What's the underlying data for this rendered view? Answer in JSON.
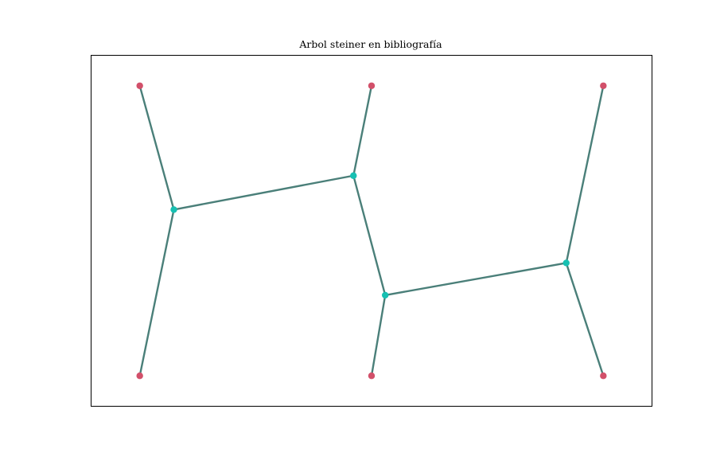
{
  "title": "Arbol steiner en bibliografía",
  "colors": {
    "edge": "#4a7f79",
    "terminal": "#d2506a",
    "steiner": "#17c0b2",
    "frame": "#000000",
    "background": "#ffffff"
  },
  "chart_data": {
    "type": "graph",
    "title": "Arbol steiner en bibliografía",
    "axes_visible": false,
    "xlim": [
      -0.21,
      2.21
    ],
    "ylim": [
      -0.105,
      1.105
    ],
    "nodes": [
      {
        "id": "t1",
        "kind": "terminal",
        "x": 0.0,
        "y": 1.0
      },
      {
        "id": "t2",
        "kind": "terminal",
        "x": 1.0,
        "y": 1.0
      },
      {
        "id": "t3",
        "kind": "terminal",
        "x": 2.0,
        "y": 1.0
      },
      {
        "id": "t4",
        "kind": "terminal",
        "x": 0.0,
        "y": 0.0
      },
      {
        "id": "t5",
        "kind": "terminal",
        "x": 1.0,
        "y": 0.0
      },
      {
        "id": "t6",
        "kind": "terminal",
        "x": 2.0,
        "y": 0.0
      },
      {
        "id": "s1",
        "kind": "steiner",
        "x": 0.147,
        "y": 0.573
      },
      {
        "id": "s2",
        "kind": "steiner",
        "x": 0.922,
        "y": 0.69
      },
      {
        "id": "s3",
        "kind": "steiner",
        "x": 1.059,
        "y": 0.278
      },
      {
        "id": "s4",
        "kind": "steiner",
        "x": 1.84,
        "y": 0.389
      }
    ],
    "edges": [
      [
        "t1",
        "s1"
      ],
      [
        "t4",
        "s1"
      ],
      [
        "s1",
        "s2"
      ],
      [
        "t2",
        "s2"
      ],
      [
        "s2",
        "s3"
      ],
      [
        "t5",
        "s3"
      ],
      [
        "s3",
        "s4"
      ],
      [
        "t3",
        "s4"
      ],
      [
        "t6",
        "s4"
      ]
    ]
  }
}
